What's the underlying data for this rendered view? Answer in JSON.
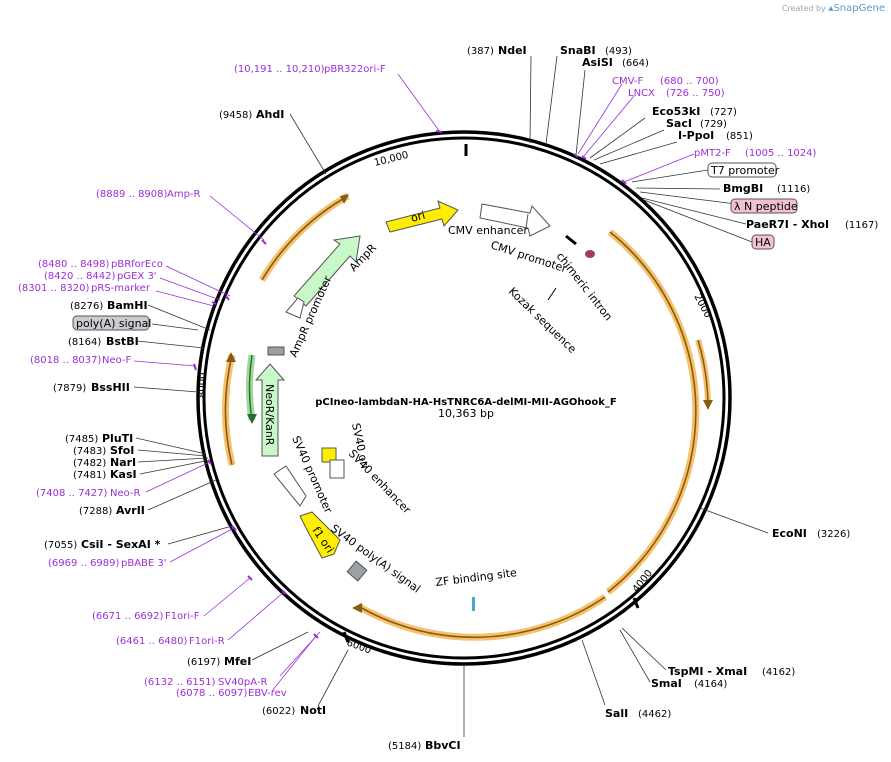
{
  "credit": {
    "prefix": "Created by",
    "brand": "SnapGene"
  },
  "plasmid": {
    "name": "pCIneo-lambdaN-HA-HsTNRC6A-delMI-MII-AGOhook_F",
    "size": "10,363 bp"
  },
  "ticks": [
    "2000",
    "4000",
    "6000",
    "8000",
    "10,000"
  ],
  "sites": [
    {
      "pos": "(387)",
      "name": "NdeI"
    },
    {
      "pos": "(493)",
      "name": "SnaBI"
    },
    {
      "pos": "(664)",
      "name": "AsiSI"
    },
    {
      "pos": "(727)",
      "name": "Eco53kI"
    },
    {
      "pos": "(729)",
      "name": "SacI"
    },
    {
      "pos": "(851)",
      "name": "I-PpoI"
    },
    {
      "pos": "(1116)",
      "name": "BmgBI"
    },
    {
      "pos": "(1167)",
      "name": "PaeR7I - XhoI"
    },
    {
      "pos": "(3226)",
      "name": "EcoNI"
    },
    {
      "pos": "(4162)",
      "name": "TspMI - XmaI"
    },
    {
      "pos": "(4164)",
      "name": "SmaI"
    },
    {
      "pos": "(4462)",
      "name": "SalI"
    },
    {
      "pos": "(5184)",
      "name": "BbvCI"
    },
    {
      "pos": "(6022)",
      "name": "NotI"
    },
    {
      "pos": "(6197)",
      "name": "MfeI"
    },
    {
      "pos": "(7055)",
      "name": "CsiI - SexAI *"
    },
    {
      "pos": "(7288)",
      "name": "AvrII"
    },
    {
      "pos": "(7481)",
      "name": "KasI"
    },
    {
      "pos": "(7482)",
      "name": "NarI"
    },
    {
      "pos": "(7483)",
      "name": "SfoI"
    },
    {
      "pos": "(7485)",
      "name": "PluTI"
    },
    {
      "pos": "(7879)",
      "name": "BssHII"
    },
    {
      "pos": "(8164)",
      "name": "BstBI"
    },
    {
      "pos": "(8276)",
      "name": "BamHI"
    },
    {
      "pos": "(9458)",
      "name": "AhdI"
    }
  ],
  "primers": [
    {
      "range": "(10,191 .. 10,210)",
      "name": "pBR322ori-F"
    },
    {
      "range": "",
      "name": "CMV-F"
    },
    {
      "range": "(680 .. 700)",
      "name": ""
    },
    {
      "range": "(726 .. 750)",
      "name": "LNCX"
    },
    {
      "range": "(1005 .. 1024)",
      "name": "pMT2-F"
    },
    {
      "range": "(8889 .. 8908)",
      "name": "Amp-R"
    },
    {
      "range": "(8480 .. 8498)",
      "name": "pBRforEco"
    },
    {
      "range": "(8420 .. 8442)",
      "name": "pGEX 3'"
    },
    {
      "range": "(8301 .. 8320)",
      "name": "pRS-marker"
    },
    {
      "range": "(8018 .. 8037)",
      "name": "Neo-F"
    },
    {
      "range": "(7408 .. 7427)",
      "name": "Neo-R"
    },
    {
      "range": "(6969 .. 6989)",
      "name": "pBABE 3'"
    },
    {
      "range": "(6671 .. 6692)",
      "name": "F1ori-F"
    },
    {
      "range": "(6461 .. 6480)",
      "name": "F1ori-R"
    },
    {
      "range": "(6132 .. 6151)",
      "name": "SV40pA-R"
    },
    {
      "range": "(6078 .. 6097)",
      "name": "EBV-rev"
    }
  ],
  "boxed_features": [
    "T7 promoter",
    "λ N peptide",
    "HA",
    "poly(A) signal"
  ],
  "features": [
    "ori",
    "CMV enhancer",
    "CMV promoter",
    "chimeric intron",
    "Kozak sequence",
    "AmpR",
    "AmpR promoter",
    "NeoR/KanR",
    "SV40 promoter",
    "SV40 ori",
    "SV40 enhancer",
    "f1 ori",
    "SV40 poly(A) signal",
    "ZF binding site"
  ],
  "colors": {
    "primer": "#9b2fd6",
    "orf": "#f5a623",
    "ori": "#ffee00",
    "promoter": "#ffffff",
    "resistance": "#c8f7c8",
    "pink": "#f2c0d4",
    "grey": "#9aa0a6"
  }
}
